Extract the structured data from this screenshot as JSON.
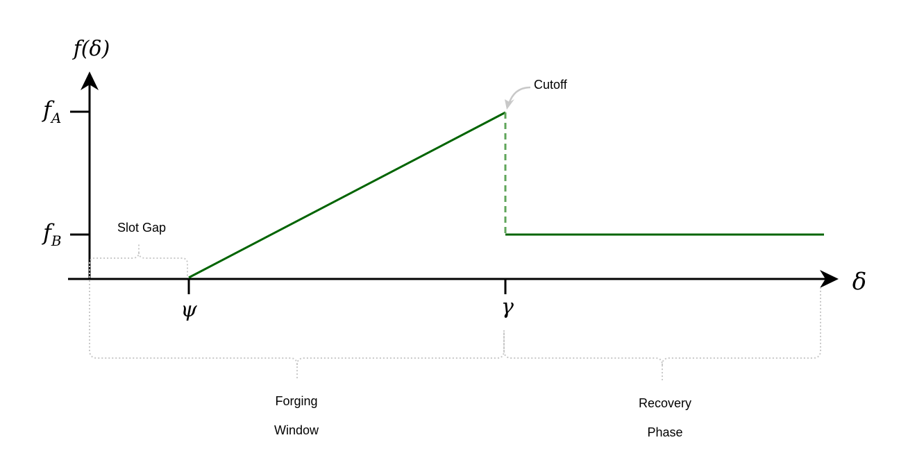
{
  "axes": {
    "y_label": "f(δ)",
    "x_label": "δ",
    "y_ticks": [
      {
        "main": "f",
        "sub": "A"
      },
      {
        "main": "f",
        "sub": "B"
      }
    ],
    "x_ticks": [
      "ψ",
      "γ"
    ]
  },
  "annotations": {
    "cutoff": "Cutoff",
    "slot_gap": "Slot Gap",
    "forging_window": [
      "Forging",
      "Window"
    ],
    "recovery_phase": [
      "Recovery",
      "Phase"
    ]
  },
  "colors": {
    "curve": "#006400",
    "cutoff_dashed": "#5fa55a",
    "braces": "#c8c8c8",
    "axis": "#000000"
  }
}
